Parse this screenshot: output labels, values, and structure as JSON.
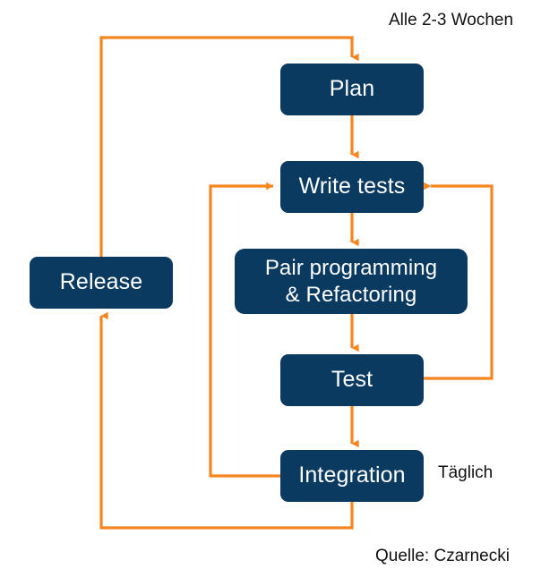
{
  "diagram": {
    "title": "Agile / XP development cycle flow diagram",
    "colors": {
      "node_fill": "#0A3A5F",
      "node_text": "#FFFFFF",
      "arrow": "#F5851F",
      "caption_text": "#111111",
      "background": "#FFFFFF"
    },
    "nodes": [
      {
        "id": "plan",
        "label": "Plan"
      },
      {
        "id": "write_tests",
        "label": "Write tests"
      },
      {
        "id": "pair",
        "label": "Pair programming\n& Refactoring"
      },
      {
        "id": "test",
        "label": "Test"
      },
      {
        "id": "integration",
        "label": "Integration"
      },
      {
        "id": "release",
        "label": "Release"
      }
    ],
    "captions": [
      {
        "id": "cadence_iteration",
        "label": "Alle 2-3 Wochen"
      },
      {
        "id": "cadence_daily",
        "label": "Täglich"
      },
      {
        "id": "source",
        "label": "Quelle: Czarnecki"
      }
    ],
    "connections": [
      {
        "id": "plan-to-write-tests",
        "from": "plan",
        "to": "write_tests",
        "style": "straight-down"
      },
      {
        "id": "write-tests-to-pair",
        "from": "write_tests",
        "to": "pair",
        "style": "straight-down"
      },
      {
        "id": "pair-to-test",
        "from": "pair",
        "to": "test",
        "style": "straight-down"
      },
      {
        "id": "test-to-integration",
        "from": "test",
        "to": "integration",
        "style": "straight-down"
      },
      {
        "id": "test-to-write-tests",
        "from": "test",
        "to": "write_tests",
        "style": "right-loop-up"
      },
      {
        "id": "integration-to-write-tests",
        "from": "integration",
        "to": "write_tests",
        "style": "left-loop-up"
      },
      {
        "id": "integration-to-release",
        "from": "integration",
        "to": "release",
        "style": "bottom-loop-left-up"
      },
      {
        "id": "release-to-plan",
        "from": "release",
        "to": "plan",
        "style": "top-loop-right-down"
      }
    ]
  }
}
